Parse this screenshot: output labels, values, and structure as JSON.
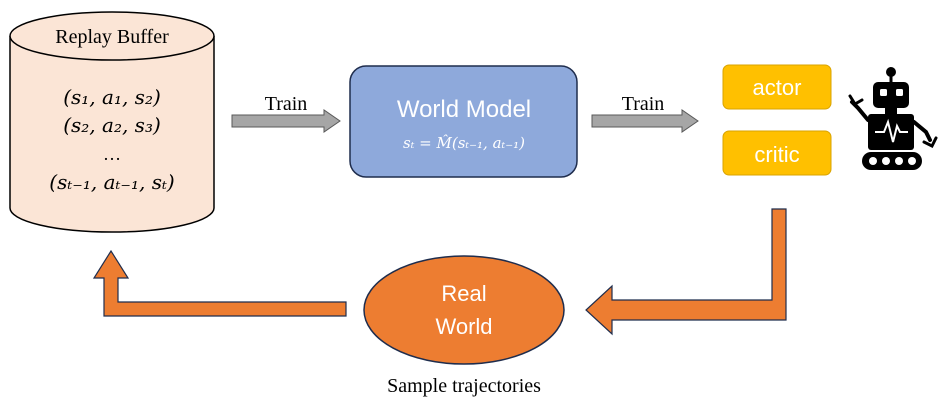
{
  "replay_buffer": {
    "title": "Replay Buffer",
    "rows": [
      "(s₁, a₁, s₂)",
      "(s₂, a₂, s₃)",
      "…",
      "(sₜ₋₁, aₜ₋₁, sₜ)"
    ]
  },
  "arrows": {
    "train_left": "Train",
    "train_right": "Train"
  },
  "world_model": {
    "title": "World Model",
    "formula": "sₜ = M̂(sₜ₋₁, aₜ₋₁)"
  },
  "agent": {
    "actor": "actor",
    "critic": "critic",
    "icon": "robot-icon"
  },
  "real_world": {
    "line1": "Real",
    "line2": "World",
    "caption": "Sample trajectories"
  },
  "colors": {
    "buffer_fill": "#FBE5D6",
    "world_model_fill": "#8EA9DB",
    "world_model_border": "#1F2D4D",
    "agent_box_fill": "#FFC000",
    "real_world_fill": "#ED7D31",
    "arrow_gray": "#A6A6A6",
    "arrow_orange": "#ED7D31"
  }
}
